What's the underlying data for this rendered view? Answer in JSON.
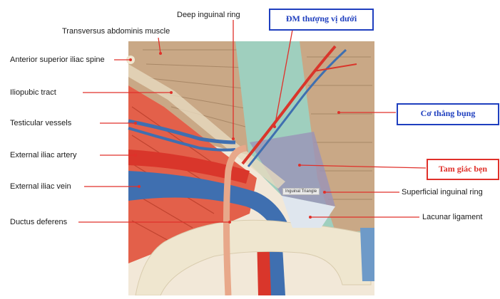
{
  "labels": {
    "deep_inguinal_ring": "Deep inguinal ring",
    "transversus_abdominis": "Transversus abdominis muscle",
    "asis": "Anterior superior iliac spine",
    "iliopubic_tract": "Iliopubic tract",
    "testicular_vessels": "Testicular vessels",
    "external_iliac_artery": "External iliac artery",
    "external_iliac_vein": "External iliac vein",
    "ductus_deferens": "Ductus deferens",
    "superficial_inguinal_ring": "Superficial inguinal ring",
    "lacunar_ligament": "Lacunar ligament",
    "inguinal_triangle_tag": "Inguinal Triangle"
  },
  "boxes": {
    "dm_thuong_vi_duoi": "ĐM thượng vị dưới",
    "co_thang_bung": "Cơ thẳng bụng",
    "tam_giac_ben": "Tam giác bẹn"
  },
  "colors": {
    "blue_box": "#1f3fbf",
    "red_box": "#e0302a",
    "leader_red": "#e0302a",
    "muscle_tan": "#c9a886",
    "muscle_red": "#e3604a",
    "fascia_green": "#9fcfbe",
    "vein_blue": "#3f6fb0",
    "artery_red": "#d9362b",
    "bone": "#efe6cf"
  }
}
